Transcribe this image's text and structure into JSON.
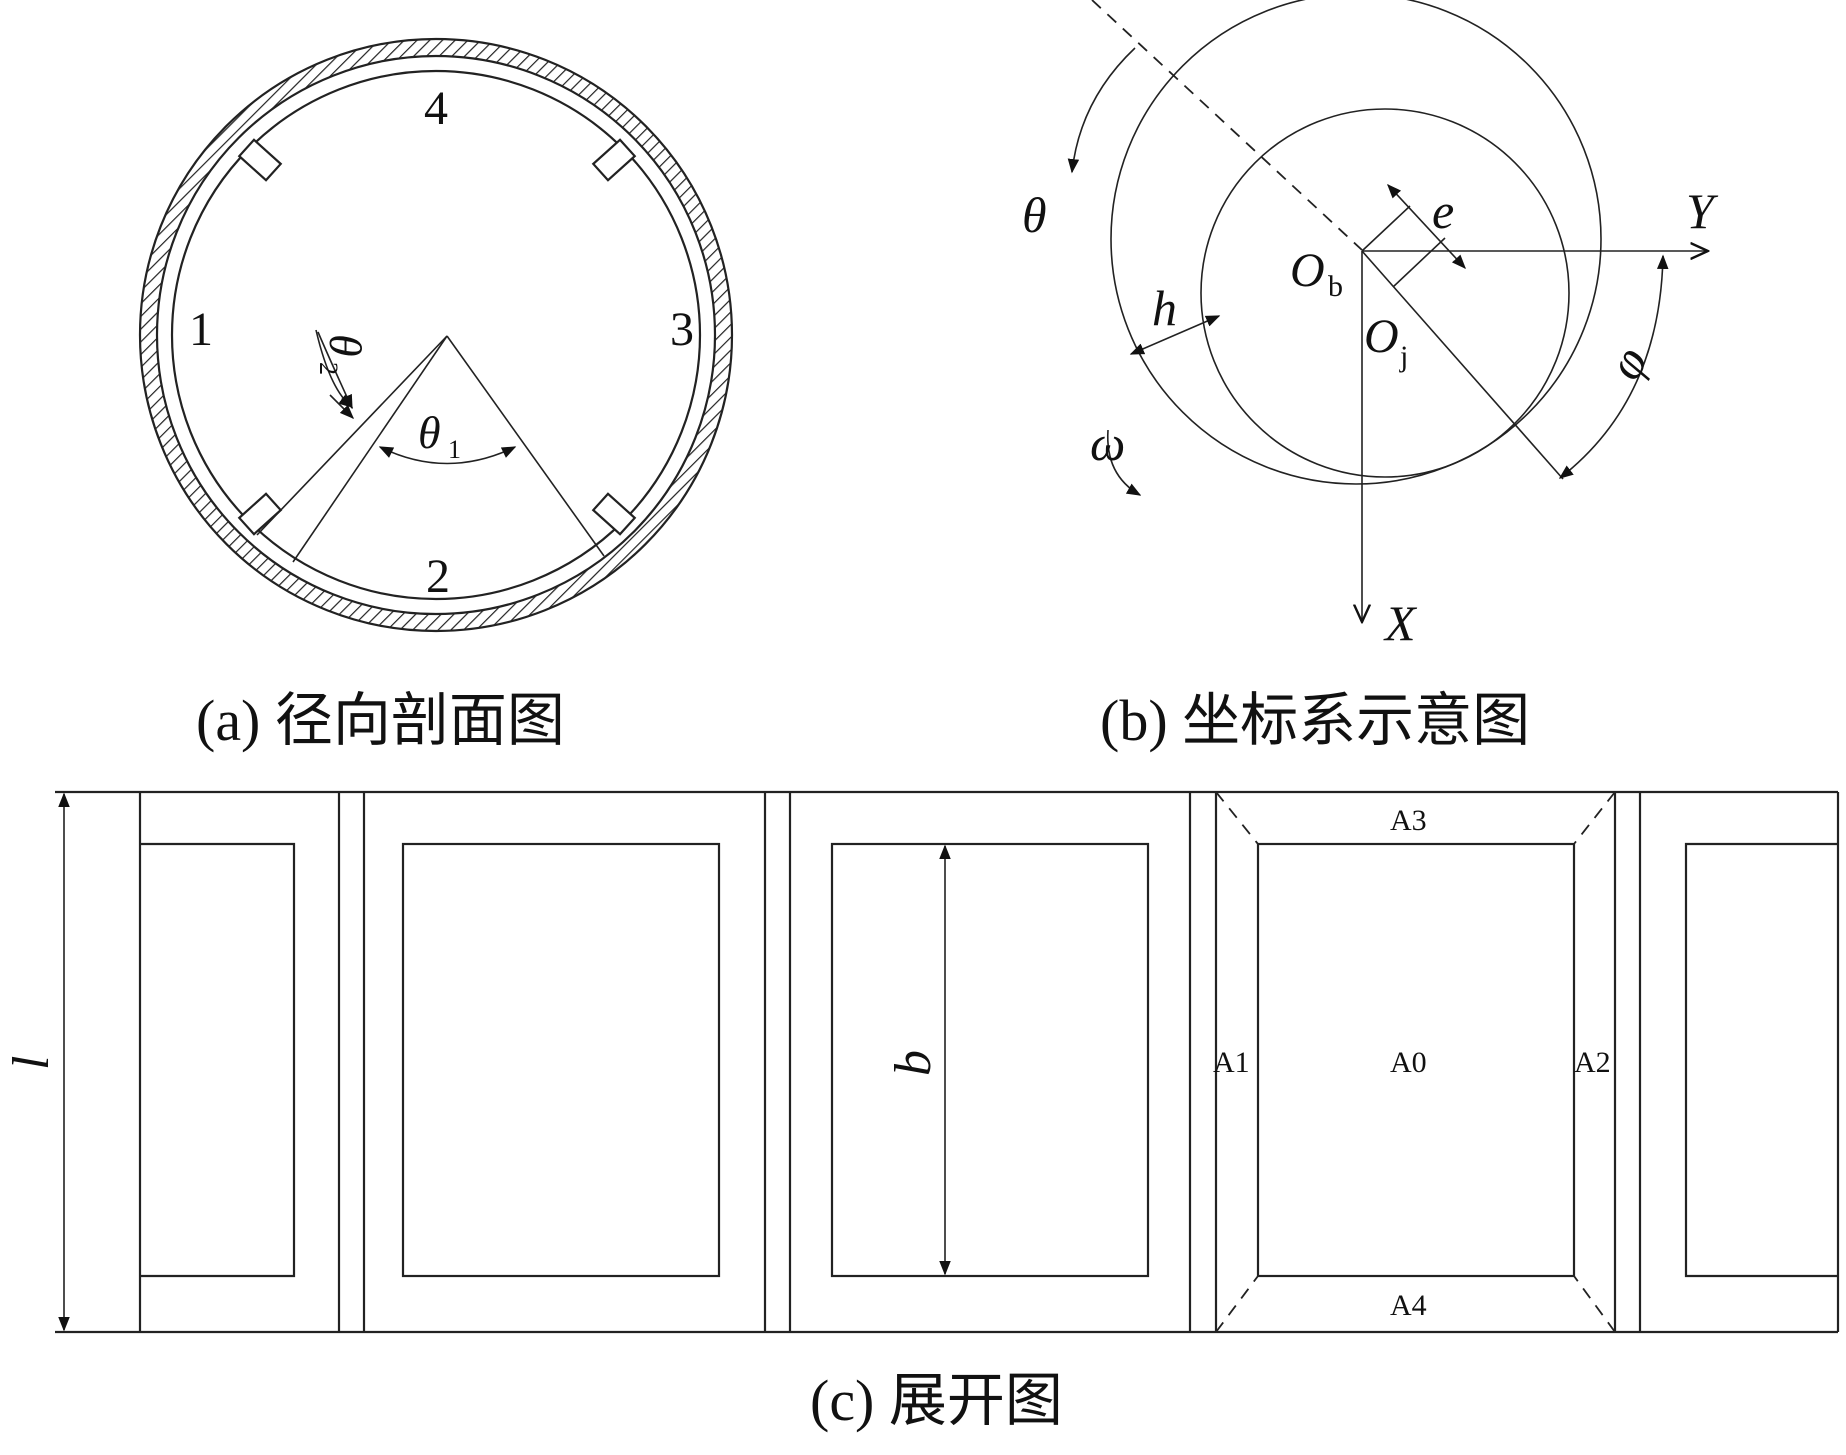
{
  "panel_a": {
    "caption": "(a) 径向剖面图",
    "pad_labels": [
      "1",
      "2",
      "3",
      "4"
    ],
    "theta1_label": "θ",
    "theta1_sub": "1",
    "theta2_label": "θ",
    "theta2_sub": "2"
  },
  "panel_b": {
    "caption": "(b) 坐标系示意图",
    "theta": "θ",
    "omega": "ω",
    "phi": "φ",
    "e": "e",
    "h": "h",
    "Y": "Y",
    "X": "X",
    "Ob": "O",
    "Ob_sub": "b",
    "Oj": "O",
    "Oj_sub": "j"
  },
  "panel_c": {
    "caption": "(c) 展开图",
    "l": "l",
    "b": "b",
    "regions": {
      "A0": "A0",
      "A1": "A1",
      "A2": "A2",
      "A3": "A3",
      "A4": "A4"
    }
  },
  "colors": {
    "line": "#222222",
    "background": "#ffffff"
  }
}
